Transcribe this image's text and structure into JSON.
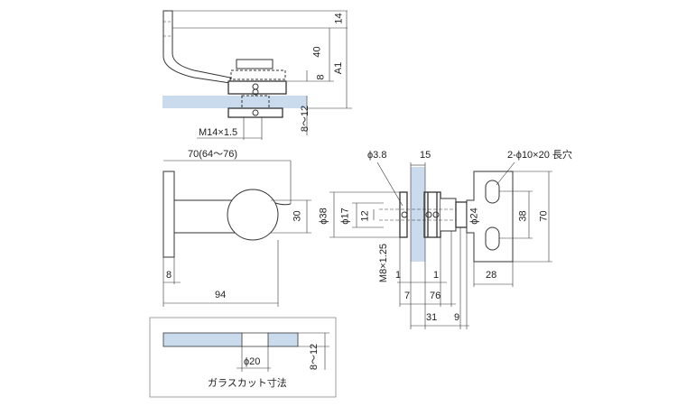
{
  "colors": {
    "line": "#333333",
    "glass": "#c9dbed",
    "dim": "#555555"
  },
  "top_view": {
    "dim_14": "14",
    "dim_40": "40",
    "dim_a1": "A1",
    "dim_8": "8",
    "dim_glass": "8～12",
    "thread": "M14×1.5"
  },
  "front_view": {
    "dim_length": "70(64～76)",
    "dim_30": "30",
    "dim_8": "8",
    "dim_94": "94"
  },
  "side_view": {
    "phi38": "ϕ38",
    "phi17": "ϕ17",
    "dim_12": "12",
    "thread": "M8×1.25",
    "phi3_8": "ϕ3.8",
    "dim_15": "15",
    "slot": "2-ϕ10×20 長穴",
    "phi24": "ϕ24",
    "dim_38": "38",
    "dim_70": "70",
    "dim_1a": "1",
    "dim_1b": "1",
    "dim_28": "28",
    "dim_7": "7",
    "dim_76": "76",
    "dim_31": "31",
    "dim_9": "9"
  },
  "glass_cut": {
    "phi20": "ϕ20",
    "dim_glass": "8～12",
    "caption": "ガラスカット寸法"
  }
}
